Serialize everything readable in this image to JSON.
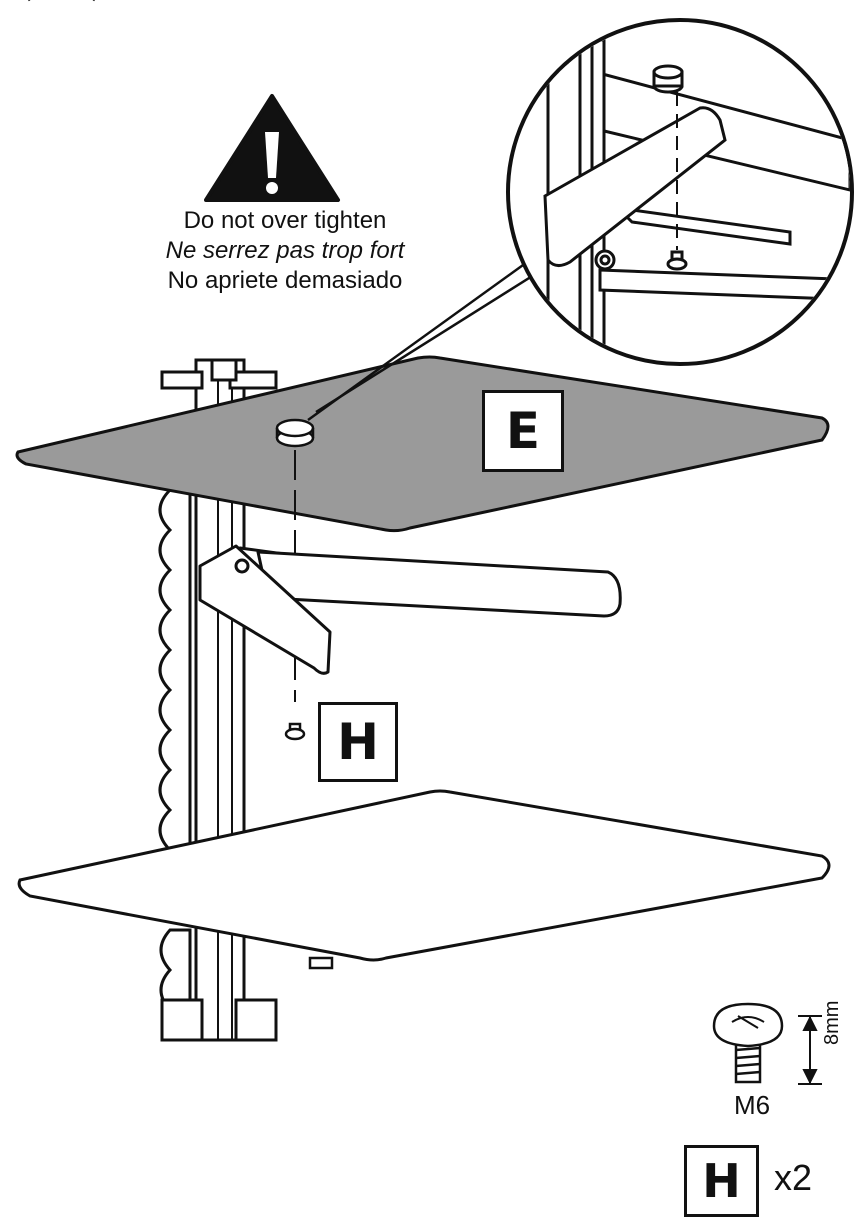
{
  "warning": {
    "icon": "warning-triangle-icon",
    "line_en": "Do not over tighten",
    "line_fr": "Ne serrez pas trop fort",
    "line_es": "No apriete demasiado"
  },
  "parts": {
    "shelf_label": "E",
    "screw_label": "H"
  },
  "hardware": {
    "label": "H",
    "quantity": "x2",
    "size": "M6",
    "length": "8mm"
  },
  "colors": {
    "line": "#111111",
    "glass_shelf": "#9a9a9a",
    "background": "#ffffff"
  }
}
